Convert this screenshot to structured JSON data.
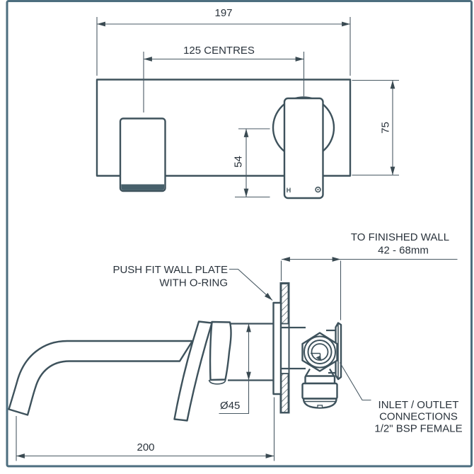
{
  "colors": {
    "object_line": "#3e525c",
    "dimension_line": "#4a5a64",
    "text": "#2a333c",
    "border_frame": "#4d6e7f",
    "background": "#ffffff"
  },
  "top_view": {
    "dim_width": "197",
    "dim_centres": "125 CENTRES",
    "dim_plate_height": "75",
    "dim_handle": "54",
    "hot_marking": "H"
  },
  "side_view": {
    "wall_dim_line1": "TO FINISHED WALL",
    "wall_dim_line2": "42 - 68mm",
    "plate_label_line1": "PUSH FIT WALL PLATE",
    "plate_label_line2": "WITH O-RING",
    "dim_diameter": "Ø45",
    "dim_reach": "200",
    "inlet_label_line1": "INLET / OUTLET",
    "inlet_label_line2": "CONNECTIONS",
    "inlet_label_line3": "1/2\" BSP FEMALE"
  }
}
